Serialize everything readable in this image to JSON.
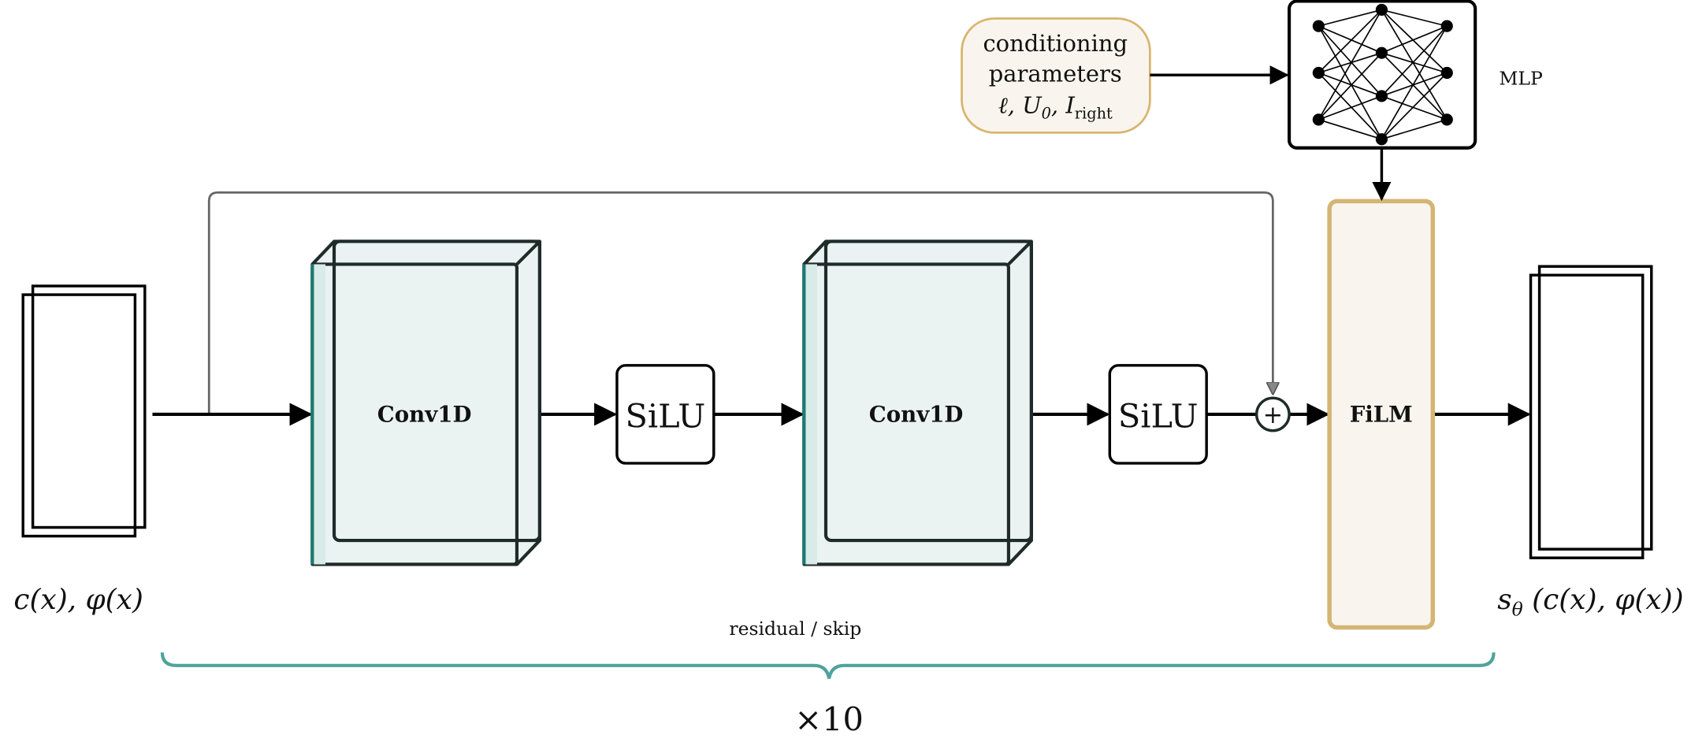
{
  "input": {
    "label": "c(x), φ(x)"
  },
  "blocks": [
    {
      "type": "conv",
      "label": "Conv1D"
    },
    {
      "type": "act",
      "label": "SiLU"
    },
    {
      "type": "conv",
      "label": "Conv1D"
    },
    {
      "type": "act",
      "label": "SiLU"
    }
  ],
  "sum": {
    "symbol": "+"
  },
  "film": {
    "label": "FiLM"
  },
  "conditioning": {
    "line1": "conditioning",
    "line2": "parameters",
    "line3_main": "ℓ, U",
    "line3_sub0": "0",
    "line3_mid": ", I",
    "line3_sub": "right"
  },
  "mlp": {
    "label": "MLP",
    "layers": [
      3,
      4,
      3
    ]
  },
  "output": {
    "label_main": "s",
    "label_sub": "θ",
    "label_rest": " (c(x), φ(x))"
  },
  "skip": {
    "label": "residual / skip"
  },
  "repeat": {
    "label": "×10"
  },
  "colors": {
    "teal": "#1d7a74",
    "conv_fill": "#eaf3f1",
    "film_border": "#d4b574",
    "film_fill": "#f9f5ee",
    "brace": "#4fa39b",
    "skip_line": "#666666"
  }
}
